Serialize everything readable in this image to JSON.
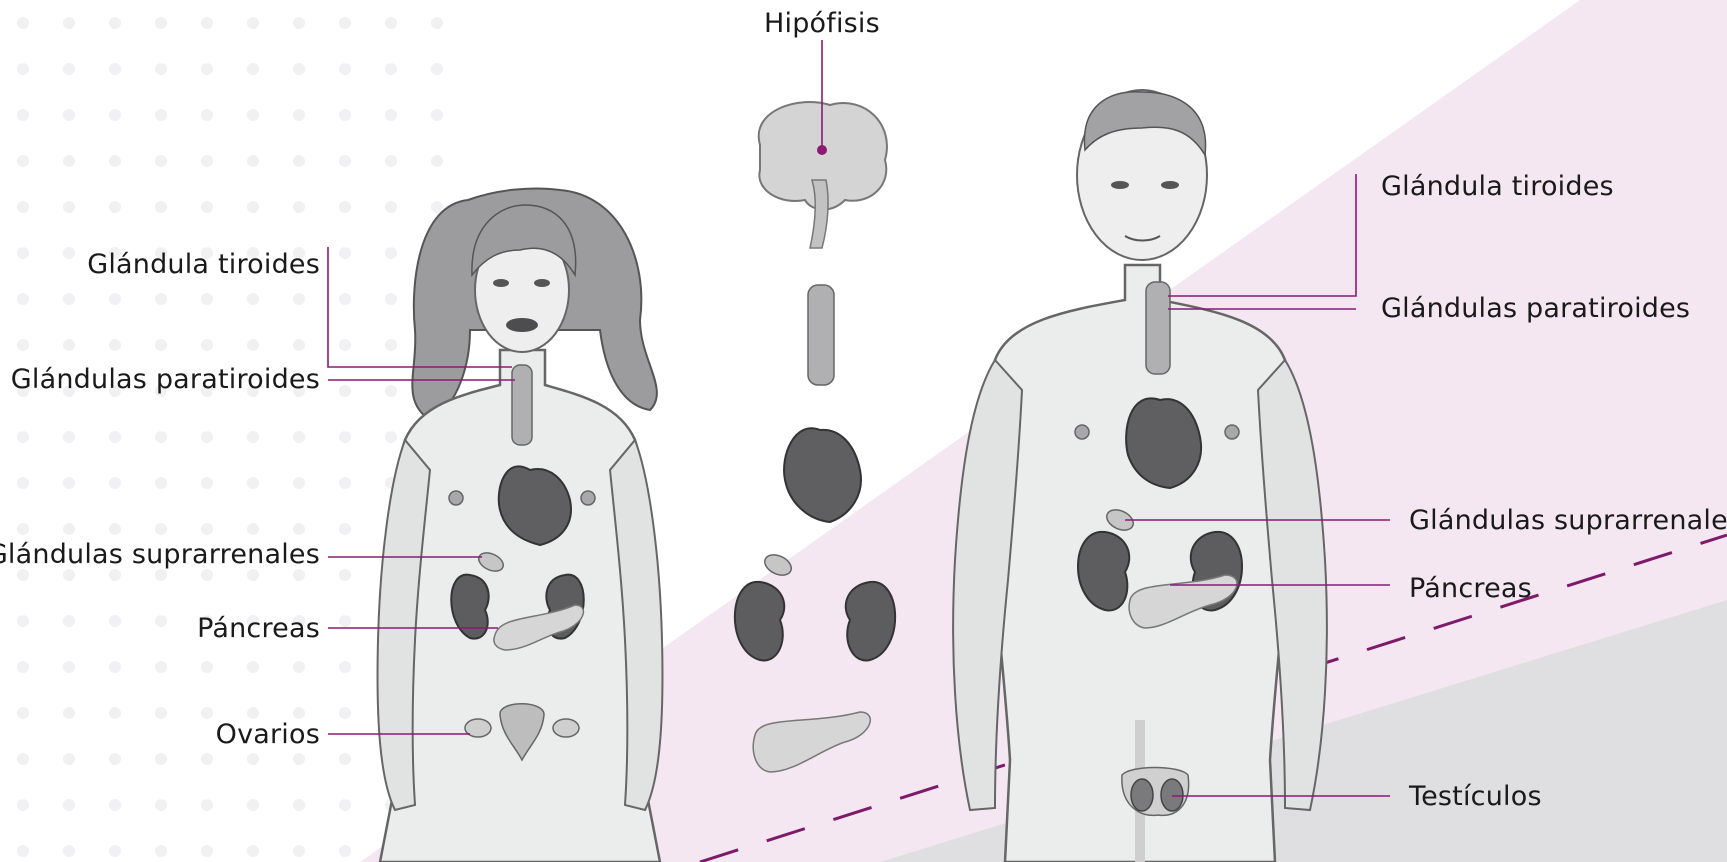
{
  "labels": {
    "center": {
      "hipofisis": "Hipófisis"
    },
    "female": {
      "tiroides": "Glándula tiroides",
      "paratiroides": "Glándulas paratiroides",
      "suprarrenales": "Glándulas suprarrenales",
      "pancreas": "Páncreas",
      "ovarios": "Ovarios"
    },
    "male": {
      "tiroides": "Glándula tiroides",
      "paratiroides": "Glándulas paratiroides",
      "suprarrenales": "Glándulas suprarrenales",
      "pancreas": "Páncreas",
      "testiculos": "Testículos"
    }
  },
  "colors": {
    "leader_line": "#8a1a74",
    "pink_band": "#f3e6f0",
    "gray_band": "#dcdcde",
    "dot_pattern": "#f2f2f4",
    "skin": "#e9eaea",
    "organ_dark": "#5d5d5f",
    "organ_light": "#c9c9ca"
  }
}
